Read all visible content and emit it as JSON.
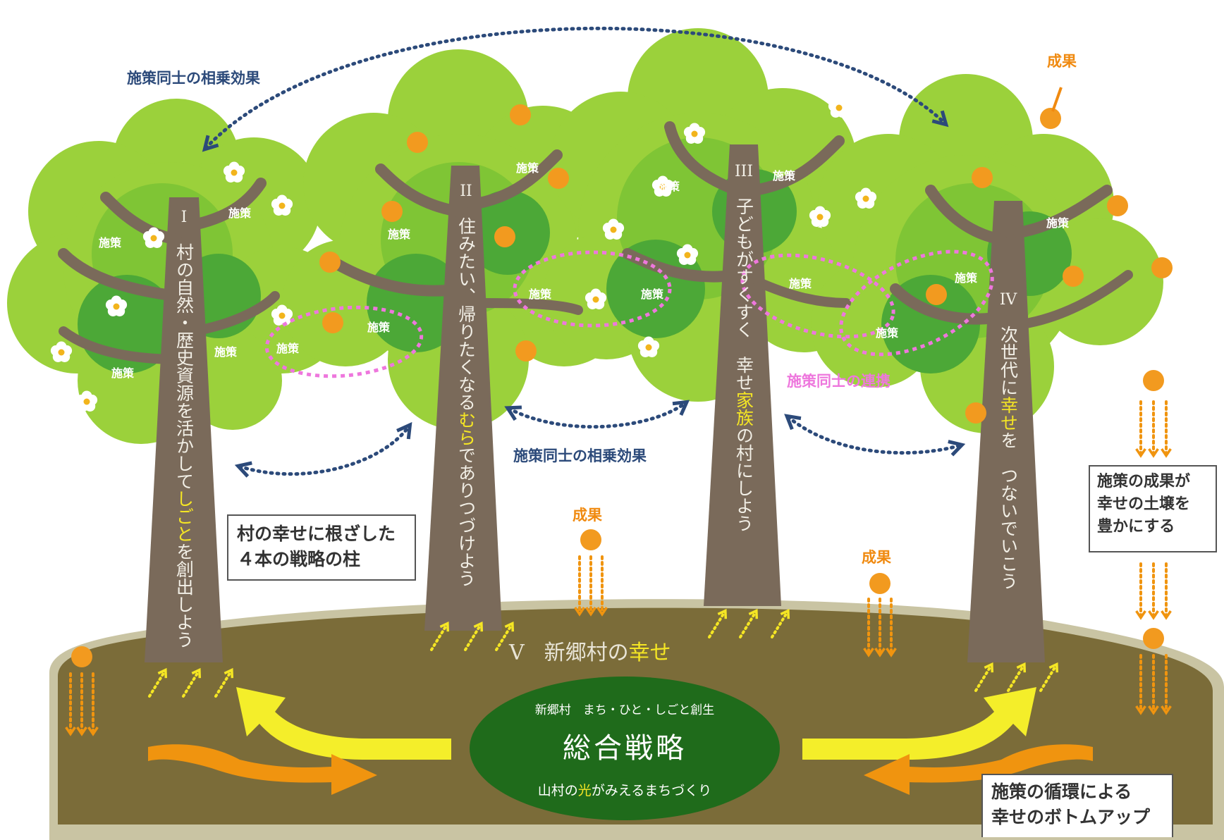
{
  "colors": {
    "leaf_light": "#9bd13b",
    "leaf_mid": "#7fc535",
    "leaf_dark": "#4ca837",
    "trunk": "#7a6a5a",
    "ground": "#7b6c39",
    "ground_edge": "#c9c4a3",
    "fruit": "#f29a1f",
    "link_pink": "#ee77dd",
    "synergy_navy": "#2c4a7a",
    "highlight_yellow": "#f5e624",
    "center_green": "#1f6b1b",
    "arrow_orange": "#f0940f",
    "arrow_yellow": "#f4ee2a",
    "label_orange": "#f08a10"
  },
  "header": {
    "synergy_label_top": "施策同士の相乗効果",
    "synergy_label_middle": "施策同士の相乗効果",
    "link_label": "施策同士の連携"
  },
  "result_label": "成果",
  "measure_label": "施策",
  "trees": [
    {
      "numeral": "I",
      "text_plain": "村の自然・歴史資源を活かして",
      "text_highlight": "しごと",
      "text_tail": "を創出しよう"
    },
    {
      "numeral": "II",
      "text_plain": "住みたい、帰りたくなる",
      "text_highlight": "むら",
      "text_tail": "でありつづけよう"
    },
    {
      "numeral": "III",
      "text_plain": "子どもがすくすく　幸せ",
      "text_highlight": "家族",
      "text_tail": "の村にしよう"
    },
    {
      "numeral": "IV",
      "text_plain": "次世代に",
      "text_highlight": "幸せ",
      "text_tail": "を　つないでいこう"
    }
  ],
  "ground": {
    "numeral": "V",
    "title_plain": "新郷村の",
    "title_highlight": "幸せ"
  },
  "center": {
    "subtitle": "新郷村　まち・ひと・しごと創生",
    "title": "総合戦略",
    "slogan_pre": "山村の",
    "slogan_highlight": "光",
    "slogan_post": "がみえるまちづくり"
  },
  "boxes": {
    "pillars": "村の幸せに根ざした\n４本の戦略の柱",
    "soil": "施策の成果が\n幸せの土壌を\n豊かにする",
    "cycle": "施策の循環による\n幸せのボトムアップ"
  }
}
